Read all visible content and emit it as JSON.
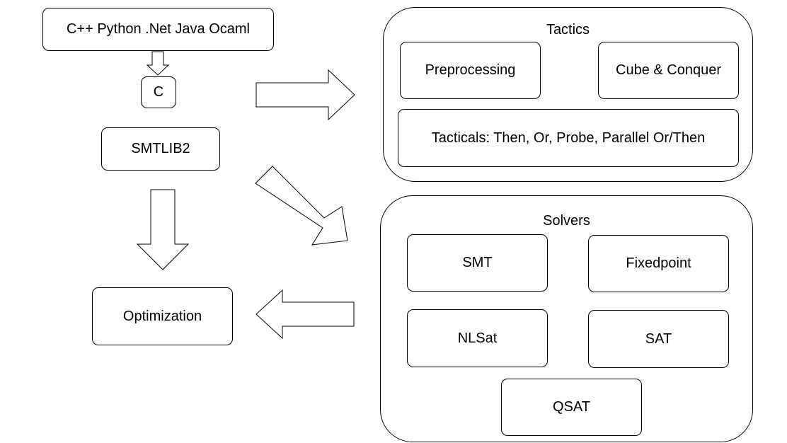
{
  "languages": "C++ Python .Net Java Ocaml",
  "c_api": "C",
  "smtlib": "SMTLIB2",
  "optimization": "Optimization",
  "tactics": {
    "title": "Tactics",
    "preprocessing": "Preprocessing",
    "cube_conquer": "Cube & Conquer",
    "tacticals": "Tacticals: Then, Or, Probe, Parallel Or/Then"
  },
  "solvers": {
    "title": "Solvers",
    "smt": "SMT",
    "fixedpoint": "Fixedpoint",
    "nlsat": "NLSat",
    "sat": "SAT",
    "qsat": "QSAT"
  }
}
